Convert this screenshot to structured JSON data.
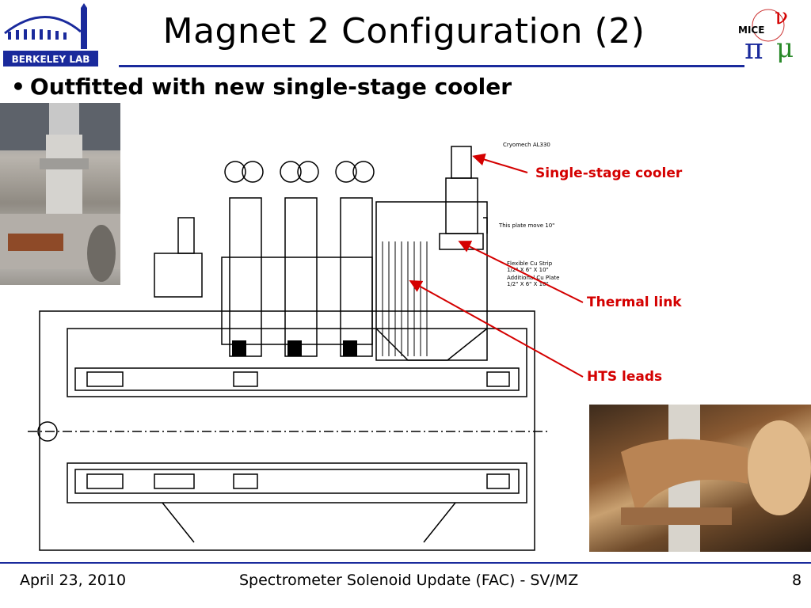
{
  "title": "Magnet 2 Configuration (2)",
  "bullet": "Outfitted with new single-stage cooler",
  "logos": {
    "left_text": "BERKELEY LAB",
    "right_text": "MICE",
    "right_symbols": [
      "ν",
      "π",
      "μ"
    ]
  },
  "diagram_labels": {
    "cryomech": "Cryomech AL330",
    "plate_move": "This plate move 10\"",
    "flex_strip_1": "Flexible Cu Strip",
    "flex_strip_2": "1/2\" X 6\" X 10\"",
    "add_plate_1": "Additional Cu Plate",
    "add_plate_2": "1/2\" X 6\" X 10\""
  },
  "callouts": {
    "cooler": "Single-stage cooler",
    "thermal": "Thermal link",
    "hts": "HTS leads"
  },
  "colors": {
    "accent": "#1a2a9c",
    "callout": "#d40000"
  },
  "footer": {
    "date": "April 23, 2010",
    "center": "Spectrometer Solenoid Update (FAC) - SV/MZ",
    "page": "8"
  }
}
